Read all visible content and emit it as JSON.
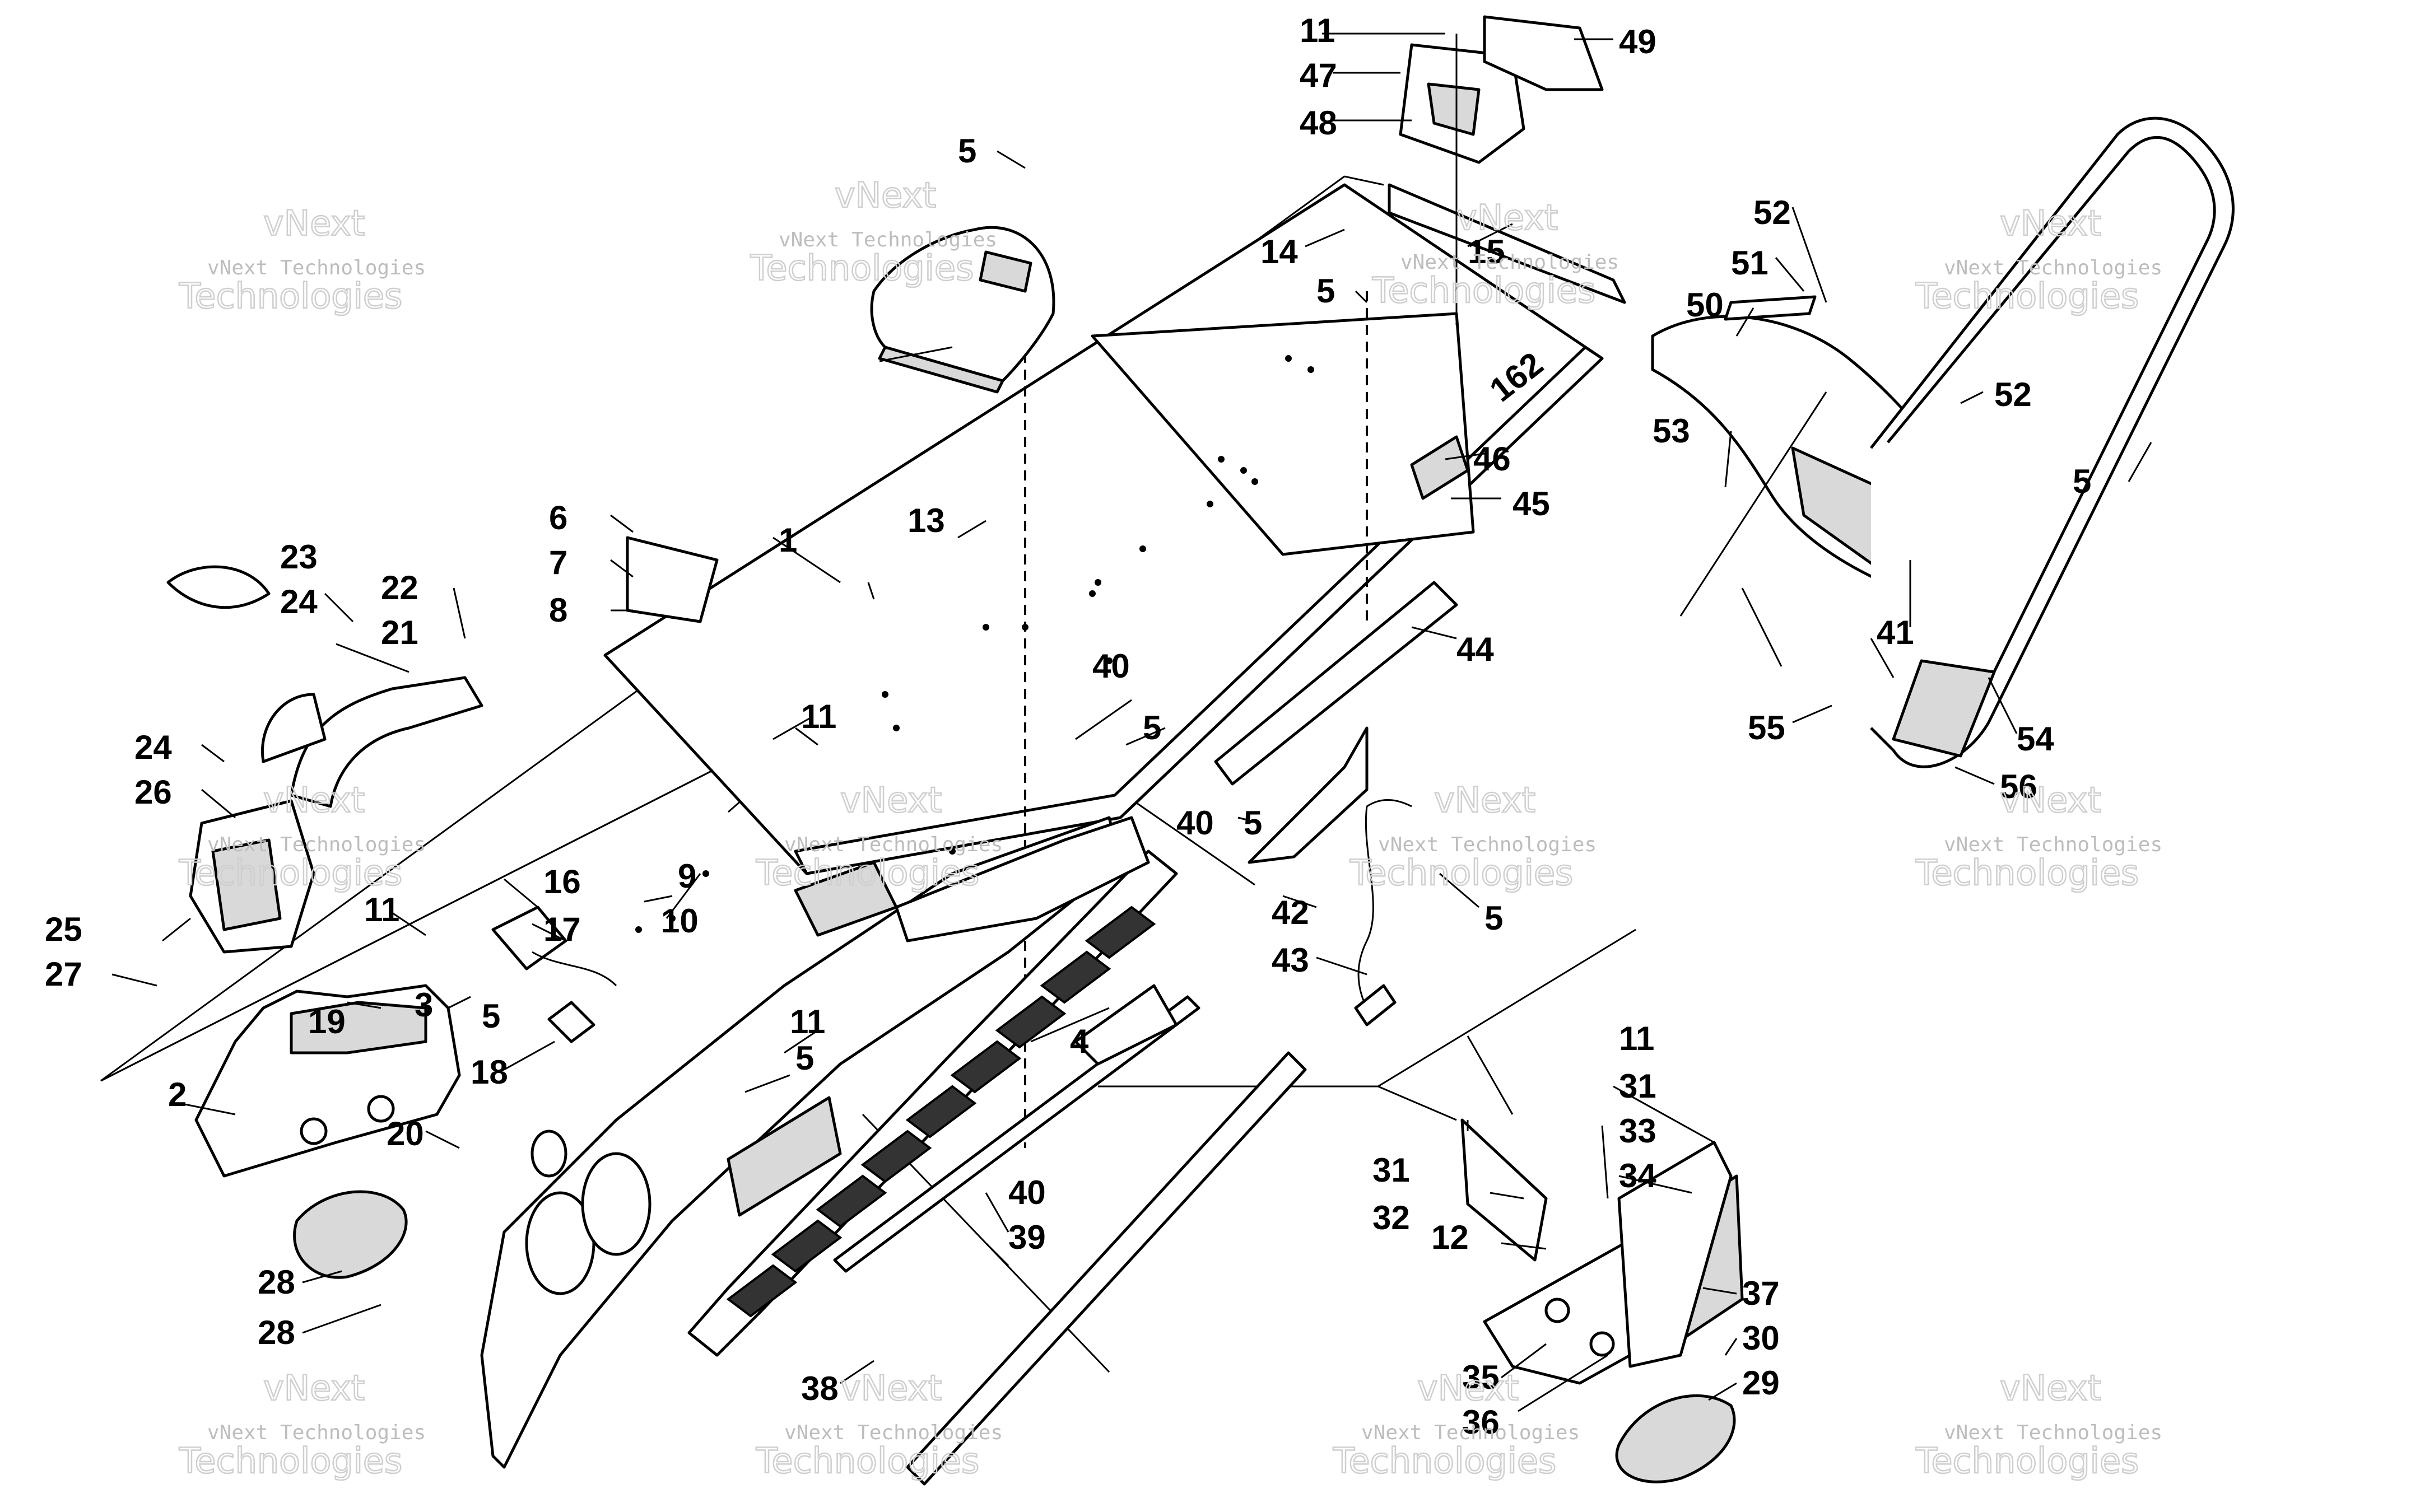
{
  "callouts": [
    "1",
    "2",
    "3",
    "4",
    "5",
    "5",
    "5",
    "5",
    "5",
    "5",
    "5",
    "5",
    "6",
    "7",
    "8",
    "9",
    "10",
    "11",
    "11",
    "11",
    "11",
    "11",
    "12",
    "13",
    "14",
    "15",
    "16",
    "17",
    "18",
    "19",
    "20",
    "21",
    "22",
    "23",
    "24",
    "24",
    "25",
    "26",
    "27",
    "28",
    "28",
    "29",
    "30",
    "31",
    "31",
    "32",
    "33",
    "34",
    "35",
    "36",
    "37",
    "38",
    "39",
    "40",
    "40",
    "40",
    "41",
    "42",
    "43",
    "44",
    "45",
    "46",
    "47",
    "48",
    "49",
    "50",
    "51",
    "52",
    "52",
    "53",
    "54",
    "55",
    "56"
  ],
  "tunnel_decal": "162",
  "watermark": {
    "line1": "vNext",
    "line2": "vNext Technologies",
    "line3": "Technologies"
  }
}
